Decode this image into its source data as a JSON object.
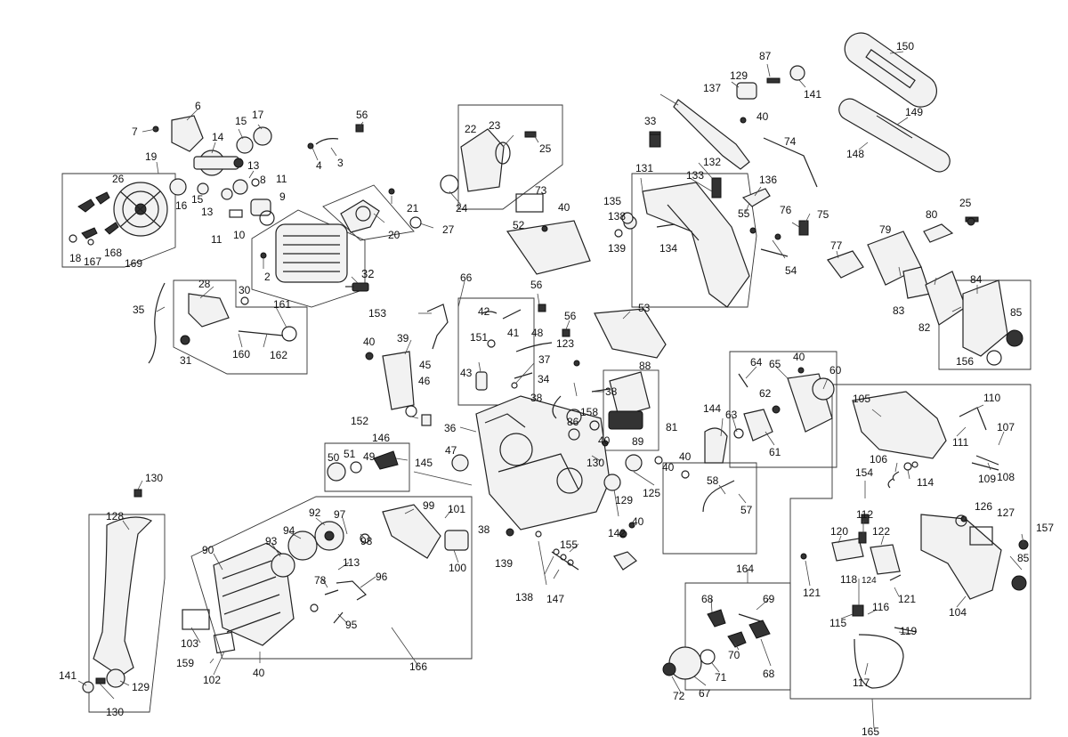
{
  "labels": {
    "n2": "2",
    "n3": "3",
    "n4": "4",
    "n6": "6",
    "n7": "7",
    "n8": "8",
    "n9": "9",
    "n10": "10",
    "n11a": "11",
    "n11b": "11",
    "n13a": "13",
    "n13b": "13",
    "n14": "14",
    "n15a": "15",
    "n15b": "15",
    "n16": "16",
    "n17": "17",
    "n18": "18",
    "n19": "19",
    "n20": "20",
    "n21": "21",
    "n22": "22",
    "n23": "23",
    "n24": "24",
    "n25a": "25",
    "n25b": "25",
    "n26": "26",
    "n27": "27",
    "n28": "28",
    "n30": "30",
    "n31": "31",
    "n32": "32",
    "n33": "33",
    "n34": "34",
    "n35": "35",
    "n36": "36",
    "n37": "37",
    "n38a": "38",
    "n38b": "38",
    "n38c": "38",
    "n39": "39",
    "n40a": "40",
    "n40b": "40",
    "n40c": "40",
    "n40d": "40",
    "n40e": "40",
    "n40f": "40",
    "n40g": "40",
    "n40h": "40",
    "n40i": "40",
    "n41": "41",
    "n42": "42",
    "n43": "43",
    "n45": "45",
    "n46": "46",
    "n47": "47",
    "n48": "48",
    "n49": "49",
    "n50": "50",
    "n51": "51",
    "n52": "52",
    "n53": "53",
    "n54": "54",
    "n55": "55",
    "n56a": "56",
    "n56b": "56",
    "n56c": "56",
    "n57": "57",
    "n58": "58",
    "n60": "60",
    "n61": "61",
    "n62": "62",
    "n63": "63",
    "n64": "64",
    "n65": "65",
    "n66": "66",
    "n67": "67",
    "n68a": "68",
    "n68b": "68",
    "n69": "69",
    "n70": "70",
    "n71": "71",
    "n72": "72",
    "n73": "73",
    "n74": "74",
    "n75": "75",
    "n76": "76",
    "n77": "77",
    "n78": "78",
    "n79": "79",
    "n80": "80",
    "n81": "81",
    "n82": "82",
    "n83": "83",
    "n84": "84",
    "n85a": "85",
    "n85b": "85",
    "n86": "86",
    "n87": "87",
    "n88": "88",
    "n89": "89",
    "n90": "90",
    "n92": "92",
    "n93": "93",
    "n94": "94",
    "n95": "95",
    "n96": "96",
    "n97": "97",
    "n98": "98",
    "n99": "99",
    "n100": "100",
    "n101": "101",
    "n102": "102",
    "n103": "103",
    "n104": "104",
    "n105": "105",
    "n106": "106",
    "n107": "107",
    "n108": "108",
    "n109": "109",
    "n110": "110",
    "n111": "111",
    "n112": "112",
    "n113": "113",
    "n114": "114",
    "n115": "115",
    "n116": "116",
    "n117": "117",
    "n118": "118",
    "n119": "119",
    "n120": "120",
    "n121a": "121",
    "n121b": "121",
    "n122": "122",
    "n123": "123",
    "n124": "124",
    "n125": "125",
    "n126": "126",
    "n127": "127",
    "n128": "128",
    "n129a": "129",
    "n129b": "129",
    "n129c": "129",
    "n130a": "130",
    "n130b": "130",
    "n130c": "130",
    "n131": "131",
    "n132": "132",
    "n133": "133",
    "n134": "134",
    "n135": "135",
    "n136": "136",
    "n137": "137",
    "n138a": "138",
    "n138b": "138",
    "n139a": "139",
    "n139b": "139",
    "n141a": "141",
    "n141b": "141",
    "n142": "142",
    "n144": "144",
    "n145": "145",
    "n146": "146",
    "n147": "147",
    "n148": "148",
    "n149": "149",
    "n150": "150",
    "n151": "151",
    "n152": "152",
    "n153": "153",
    "n154": "154",
    "n155": "155",
    "n156": "156",
    "n157": "157",
    "n158": "158",
    "n159": "159",
    "n160": "160",
    "n161": "161",
    "n162": "162",
    "n164": "164",
    "n165": "165",
    "n166": "166",
    "n167": "167",
    "n168": "168",
    "n169": "169"
  }
}
